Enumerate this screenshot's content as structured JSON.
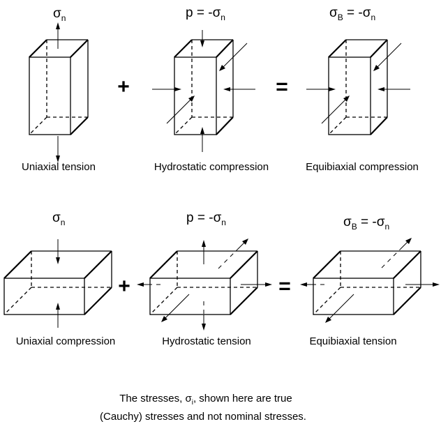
{
  "diagram": {
    "title": "Equivalent stress states: uniaxial loading vs. biaxial loading",
    "top_row": {
      "panels": [
        {
          "label": "Uniaxial tension",
          "formula": {
            "lhs": "",
            "symbol": "σ",
            "subscript": "n"
          },
          "shape": "tall-block",
          "loading": "tension-vertical"
        },
        {
          "label": "Hydrostatic compression",
          "formula": {
            "lhs": "p = -",
            "symbol": "σ",
            "subscript": "n"
          },
          "shape": "tall-block",
          "loading": "compression-all-axes"
        },
        {
          "label": "Equibiaxial compression",
          "formula": {
            "lhs_symbol": "σ",
            "lhs_subscript": "B",
            "eq": " = -",
            "symbol": "σ",
            "subscript": "n"
          },
          "shape": "tall-block",
          "loading": "compression-horizontal-and-depth"
        }
      ],
      "operators": [
        "+",
        "="
      ]
    },
    "bottom_row": {
      "panels": [
        {
          "label": "Uniaxial compression",
          "formula": {
            "lhs": "",
            "symbol": "σ",
            "subscript": "n"
          },
          "shape": "flat-block",
          "loading": "compression-vertical"
        },
        {
          "label": "Hydrostatic tension",
          "formula": {
            "lhs": "p = -",
            "symbol": "σ",
            "subscript": "n"
          },
          "shape": "flat-block",
          "loading": "tension-all-axes"
        },
        {
          "label": "Equibiaxial tension",
          "formula": {
            "lhs_symbol": "σ",
            "lhs_subscript": "B",
            "eq": " = -",
            "symbol": "σ",
            "subscript": "n"
          },
          "shape": "flat-block",
          "loading": "tension-horizontal-and-depth"
        }
      ],
      "operators": [
        "+",
        "="
      ]
    },
    "footnote": {
      "line1_prefix": "The stresses, ",
      "line1_symbol": "σ",
      "line1_subscript": "i",
      "line1_suffix": ", shown here are true",
      "line2": "(Cauchy)  stresses and not nominal stresses."
    }
  }
}
